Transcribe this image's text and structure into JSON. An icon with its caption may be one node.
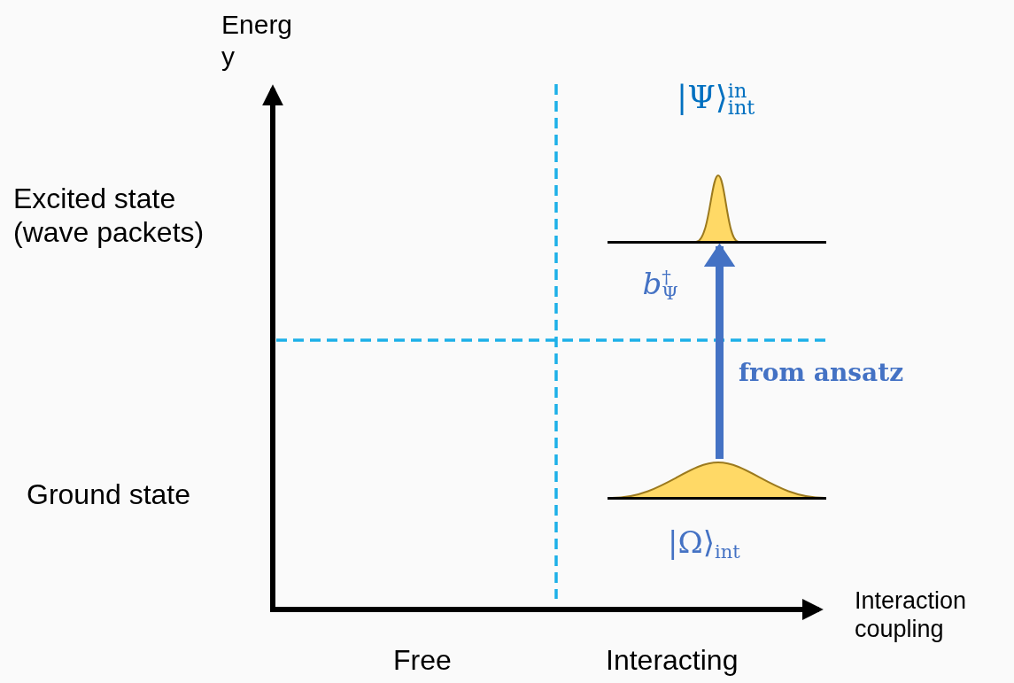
{
  "diagram": {
    "nodes": [
      {
        "text": [],
        "shape": "bar"
      },
      {
        "text": [],
        "shape": "bar"
      }
    ],
    "edges": [
      {
        "from": 1,
        "to": 0,
        "arrow": "to",
        "label": "*b*$^{†}$$_{Ψ}$"
      }
    ],
    "labels": [
      "Energy",
      "|Ψ⟩$^{in}$$_{int}$",
      "Excited state (wave packets)",
      "from ansatz",
      "Ground state",
      "|Ω⟩$_{int}$",
      "Interaction coupling",
      "Free",
      "Interacting"
    ]
  }
}
